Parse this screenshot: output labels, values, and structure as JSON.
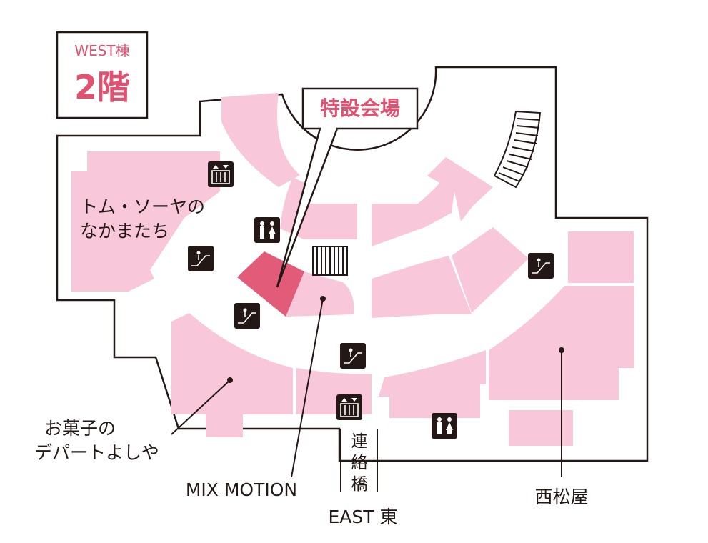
{
  "floor": {
    "building": "WEST棟",
    "level": "2階"
  },
  "callout": {
    "label": "特設会場"
  },
  "shops": {
    "tom_sawyer_line1": "トム・ソーヤの",
    "tom_sawyer_line2": "なかまたち",
    "okashi_line1": "お菓子の",
    "okashi_line2": "デパートよしや",
    "mix_motion": "MIX MOTION",
    "nishimatsuya": "西松屋"
  },
  "connector": {
    "bridge_chars": [
      "連",
      "絡",
      "橋"
    ],
    "east_label": "EAST 東"
  },
  "icons": [
    "elevator-icon",
    "restroom-icon",
    "escalator-icon",
    "stairs-icon"
  ],
  "colors": {
    "shop_fill": "#f8c7da",
    "special_venue_fill": "#e25b79",
    "accent_text": "#e0526f",
    "outline": "#231815"
  }
}
